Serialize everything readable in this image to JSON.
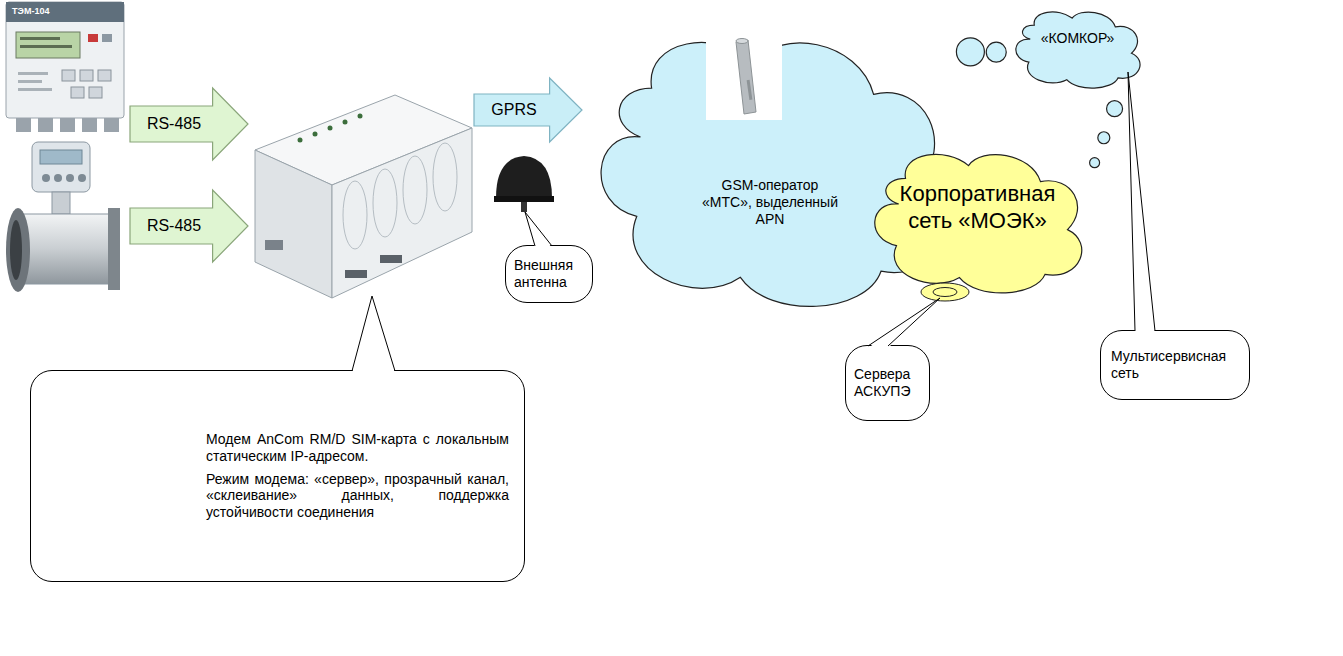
{
  "diagram": {
    "nodes": [
      {
        "text": [
          "RS-485"
        ]
      },
      {
        "text": [
          "RS-485"
        ]
      },
      {
        "text": [
          "GPRS"
        ]
      },
      {
        "text": [
          "GSM-оператор «МТС», выделенный APN"
        ]
      },
      {
        "text": [
          "«КОМКОР»"
        ]
      },
      {
        "text": [
          "Корпоративная сеть «МОЭК»"
        ]
      },
      {
        "text": [
          "Внешняя антенна"
        ]
      },
      {
        "text": [
          "Модем AnCom RM/D SIM-карта с локальным статическим IP-адресом.",
          "Режим модема: «сервер», прозрачный канал, «склеивание» данных, поддержка устойчивости соединения"
        ]
      },
      {
        "text": [
          "Сервера АСКУПЭ"
        ]
      },
      {
        "text": [
          "Мультисервисная сеть"
        ]
      }
    ],
    "edges": [
      {
        "from": 3,
        "to": 4,
        "arrow": "none"
      },
      {
        "from": 4,
        "to": 5,
        "arrow": "none"
      }
    ],
    "labels": [
      "ТЭМ-104"
    ]
  }
}
